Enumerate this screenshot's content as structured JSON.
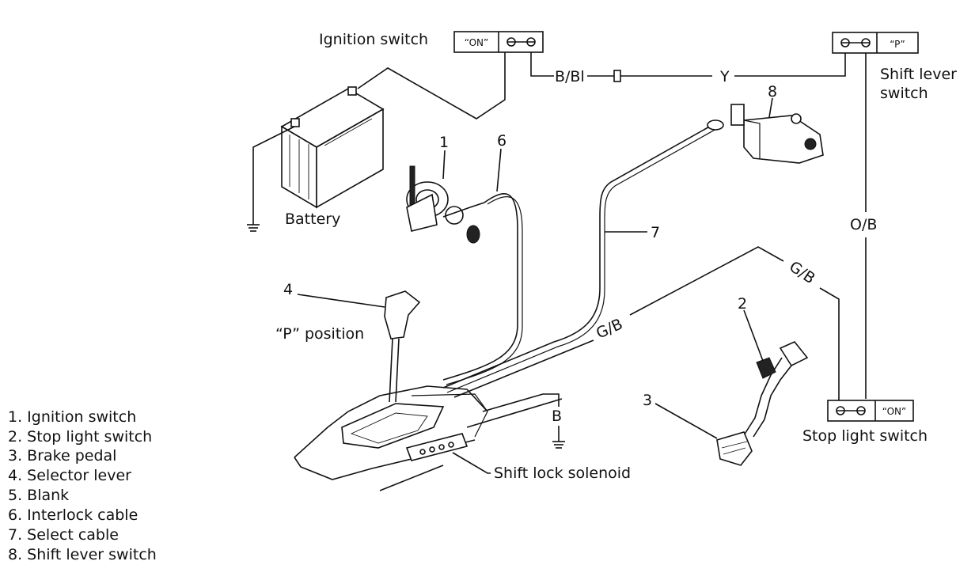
{
  "labels": {
    "ignition_switch": "Ignition switch",
    "ignition_on": "“ON”",
    "wire_b_bl": "B/Bl",
    "wire_y": "Y",
    "shift_lever_switch_1": "Shift lever",
    "shift_lever_switch_2": "switch",
    "shift_p": "“P”",
    "battery": "Battery",
    "wire_o_b": "O/B",
    "wire_g_b_right": "G/B",
    "wire_g_b_left": "G/B",
    "p_position": "“P” position",
    "ground_b": "B",
    "stop_light_switch": "Stop light switch",
    "stop_on": "“ON”",
    "shift_lock_solenoid": "Shift lock solenoid",
    "callout_1": "1",
    "callout_2": "2",
    "callout_3": "3",
    "callout_4": "4",
    "callout_6": "6",
    "callout_7": "7",
    "callout_8": "8"
  },
  "legend": [
    "1. Ignition switch",
    "2. Stop light switch",
    "3. Brake pedal",
    "4. Selector lever",
    "5. Blank",
    "6. Interlock cable",
    "7. Select cable",
    "8. Shift lever switch"
  ]
}
